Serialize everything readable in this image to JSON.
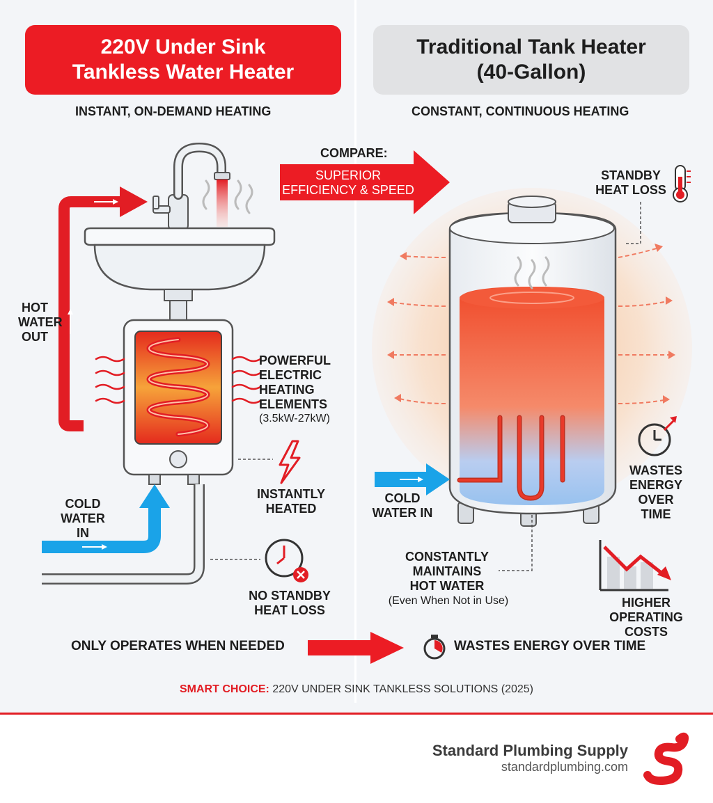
{
  "left": {
    "title_line1": "220V Under Sink",
    "title_line2": "Tankless Water Heater",
    "subtitle": "INSTANT, ON-DEMAND HEATING",
    "hot_water_out": [
      "HOT",
      "WATER",
      "OUT"
    ],
    "cold_water_in": [
      "COLD",
      "WATER",
      "IN"
    ],
    "elements": [
      "POWERFUL",
      "ELECTRIC",
      "HEATING",
      "ELEMENTS"
    ],
    "elements_range": "(3.5kW-27kW)",
    "instantly": [
      "INSTANTLY",
      "HEATED"
    ],
    "no_standby": [
      "NO STANDBY",
      "HEAT LOSS"
    ],
    "bottom_label": "ONLY OPERATES WHEN NEEDED"
  },
  "compare": {
    "label": "COMPARE:",
    "arrow_line1": "SUPERIOR",
    "arrow_line2": "EFFICIENCY & SPEED"
  },
  "right": {
    "title_line1": "Traditional Tank Heater",
    "title_line2": "(40-Gallon)",
    "subtitle": "CONSTANT, CONTINUOUS HEATING",
    "standby": [
      "STANDBY",
      "HEAT LOSS"
    ],
    "wastes": [
      "WASTES",
      "ENERGY",
      "OVER",
      "TIME"
    ],
    "cold_water_in": [
      "COLD",
      "WATER IN"
    ],
    "maintains": [
      "CONSTANTLY",
      "MAINTAINS",
      "HOT WATER"
    ],
    "maintains_note": "(Even When Not in Use)",
    "costs": [
      "HIGHER",
      "OPERATING COSTS"
    ],
    "bottom_label": "WASTES ENERGY OVER TIME"
  },
  "smart_choice": {
    "prefix": "SMART CHOICE:",
    "text": " 220V UNDER SINK TANKLESS SOLUTIONS (2025)"
  },
  "brand": {
    "name": "Standard Plumbing Supply",
    "url": "standardplumbing.com"
  },
  "colors": {
    "red": "#ec1c24",
    "blue": "#1aa3e8",
    "grey_title": "#e1e2e4"
  },
  "icons": [
    "thermometer-icon",
    "lightning-icon",
    "clock-x-icon",
    "timer-icon",
    "clock-arrow-icon",
    "declining-chart-icon",
    "brand-logo-icon"
  ]
}
